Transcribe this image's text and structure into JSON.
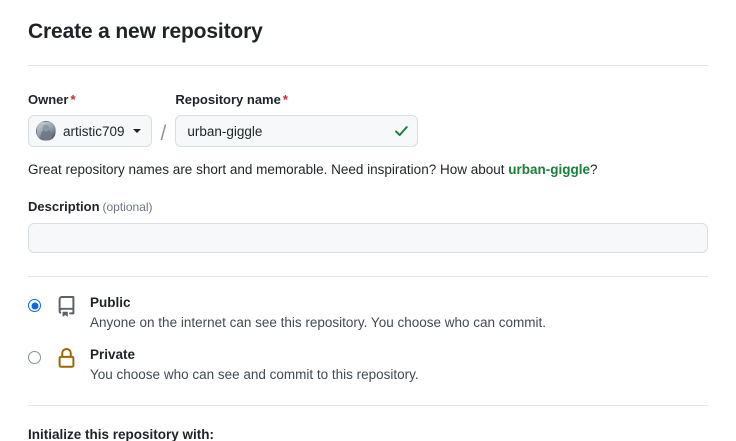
{
  "page": {
    "title": "Create a new repository"
  },
  "owner": {
    "label": "Owner",
    "required_marker": "*",
    "selected": "artistic709",
    "avatar_icon": "user-avatar",
    "caret_icon": "chevron-down-icon"
  },
  "separator": "/",
  "repository_name": {
    "label": "Repository name",
    "required_marker": "*",
    "value": "urban-giggle",
    "placeholder": "",
    "valid_icon": "check-icon",
    "valid_color": "#1a7f37"
  },
  "hint": {
    "prefix": "Great repository names are short and memorable. Need inspiration? How about ",
    "suggestion": "urban-giggle",
    "suffix": "?"
  },
  "description": {
    "label": "Description",
    "optional_label": "(optional)",
    "value": "",
    "placeholder": ""
  },
  "visibility": {
    "options": [
      {
        "id": "public",
        "title": "Public",
        "description": "Anyone on the internet can see this repository. You choose who can commit.",
        "icon": "repo-book-icon",
        "icon_color": "#59636e",
        "selected": true
      },
      {
        "id": "private",
        "title": "Private",
        "description": "You choose who can see and commit to this repository.",
        "icon": "lock-icon",
        "icon_color": "#9a6700",
        "selected": false
      }
    ]
  },
  "initialize": {
    "title": "Initialize this repository with:"
  },
  "colors": {
    "accent": "#0969da",
    "success": "#1a7f37",
    "danger": "#cf222e",
    "warning": "#9a6700",
    "border": "#d8dee4",
    "field_bg": "#f6f8fa",
    "text": "#1f2328",
    "muted": "#6e7781"
  }
}
